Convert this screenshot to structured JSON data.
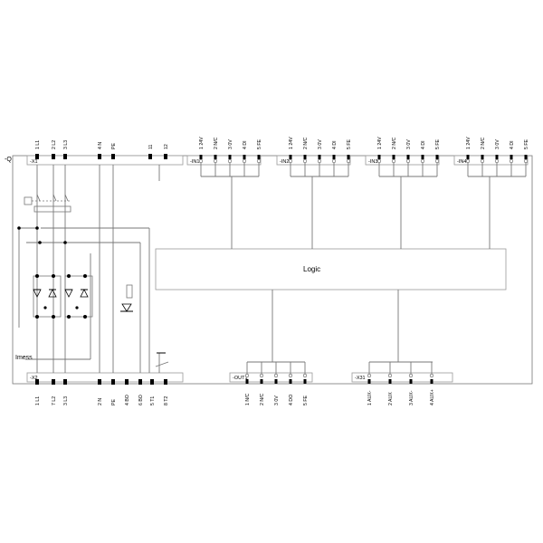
{
  "device_label": "-Q",
  "strips": {
    "x1": {
      "label": "-X1"
    },
    "x2": {
      "label": "-X2"
    },
    "in1": {
      "label": "-IN1"
    },
    "in2": {
      "label": "-IN2"
    },
    "in3": {
      "label": "-IN3"
    },
    "in4": {
      "label": "-IN4"
    },
    "out1": {
      "label": "-OUT1"
    },
    "x31": {
      "label": "-X31"
    }
  },
  "logic_label": "Logic",
  "imess_label": "Imess",
  "x1_terminals": [
    {
      "num": "1",
      "name": "L1"
    },
    {
      "num": "2",
      "name": "L2"
    },
    {
      "num": "3",
      "name": "L3"
    },
    {
      "num": "4",
      "name": "N"
    },
    {
      "num": "",
      "name": "PE"
    },
    {
      "num": "",
      "name": "11"
    },
    {
      "num": "",
      "name": "12"
    }
  ],
  "x2_terminals": [
    {
      "num": "1",
      "name": "L1"
    },
    {
      "num": "7",
      "name": "L2"
    },
    {
      "num": "3",
      "name": "L3"
    },
    {
      "num": "2",
      "name": "N"
    },
    {
      "num": "",
      "name": "PE"
    },
    {
      "num": "4",
      "name": "BO"
    },
    {
      "num": "6",
      "name": "BO"
    },
    {
      "num": "5",
      "name": "T1"
    },
    {
      "num": "8",
      "name": "T2"
    }
  ],
  "in_terminals": [
    {
      "num": "1",
      "name": "24V"
    },
    {
      "num": "2",
      "name": "N/C"
    },
    {
      "num": "3",
      "name": "0V"
    },
    {
      "num": "4",
      "name": "DI"
    },
    {
      "num": "5",
      "name": "FE"
    }
  ],
  "out_terminals": [
    {
      "num": "1",
      "name": "N/C"
    },
    {
      "num": "2",
      "name": "N/C"
    },
    {
      "num": "3",
      "name": "0V"
    },
    {
      "num": "4",
      "name": "DO"
    },
    {
      "num": "5",
      "name": "FE"
    }
  ],
  "x31_terminals": [
    {
      "num": "1",
      "name": "AUX-"
    },
    {
      "num": "2",
      "name": "AUX"
    },
    {
      "num": "3",
      "name": "AUX-"
    },
    {
      "num": "4",
      "name": "AUX+"
    }
  ]
}
